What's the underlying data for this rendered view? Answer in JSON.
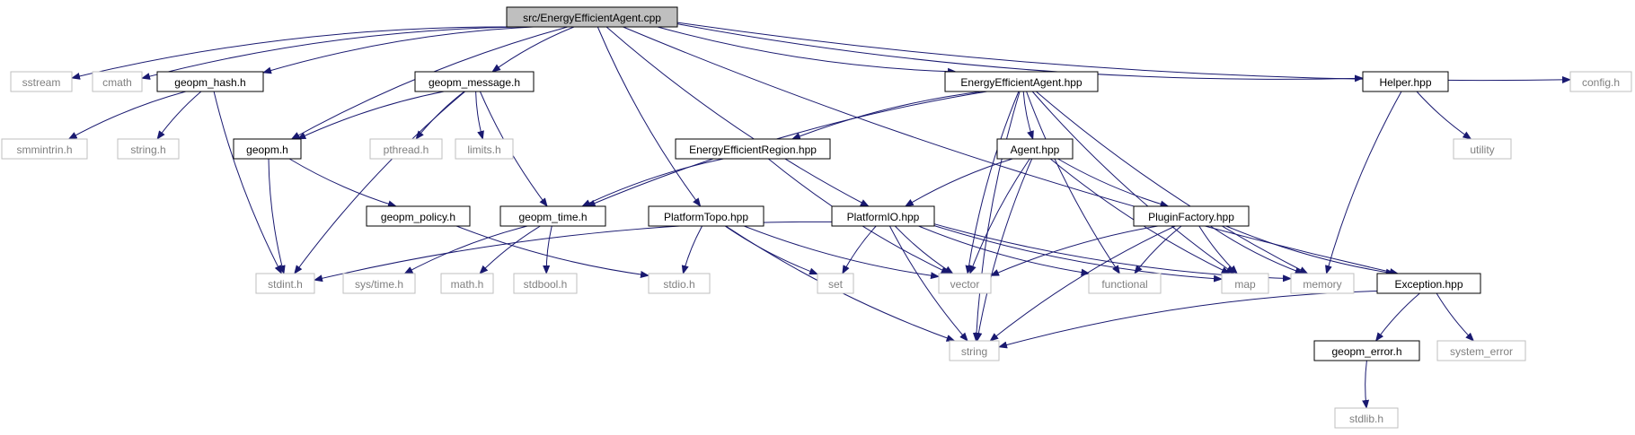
{
  "diagram": {
    "colors": {
      "edge": "#191970",
      "root_fill": "#bfbfbf",
      "project_stroke": "#000000",
      "system_stroke": "#bfbfbf",
      "project_text": "#000000",
      "system_text": "#7f7f7f"
    },
    "nodes": [
      {
        "id": "root",
        "label": "src/EnergyEfficientAgent.cpp",
        "kind": "root"
      },
      {
        "id": "sstream",
        "label": "sstream",
        "kind": "system"
      },
      {
        "id": "cmath",
        "label": "cmath",
        "kind": "system"
      },
      {
        "id": "geopm_hash",
        "label": "geopm_hash.h",
        "kind": "project"
      },
      {
        "id": "geopm_message",
        "label": "geopm_message.h",
        "kind": "project"
      },
      {
        "id": "eea_hpp",
        "label": "EnergyEfficientAgent.hpp",
        "kind": "project"
      },
      {
        "id": "helper",
        "label": "Helper.hpp",
        "kind": "project"
      },
      {
        "id": "config",
        "label": "config.h",
        "kind": "system"
      },
      {
        "id": "smmintrin",
        "label": "smmintrin.h",
        "kind": "system"
      },
      {
        "id": "string_h",
        "label": "string.h",
        "kind": "system"
      },
      {
        "id": "geopm_h",
        "label": "geopm.h",
        "kind": "project"
      },
      {
        "id": "pthread",
        "label": "pthread.h",
        "kind": "system"
      },
      {
        "id": "limits",
        "label": "limits.h",
        "kind": "system"
      },
      {
        "id": "eer",
        "label": "EnergyEfficientRegion.hpp",
        "kind": "project"
      },
      {
        "id": "agent",
        "label": "Agent.hpp",
        "kind": "project"
      },
      {
        "id": "utility",
        "label": "utility",
        "kind": "system"
      },
      {
        "id": "geopm_policy",
        "label": "geopm_policy.h",
        "kind": "project"
      },
      {
        "id": "geopm_time",
        "label": "geopm_time.h",
        "kind": "project"
      },
      {
        "id": "platformtopo",
        "label": "PlatformTopo.hpp",
        "kind": "project"
      },
      {
        "id": "platformio",
        "label": "PlatformIO.hpp",
        "kind": "project"
      },
      {
        "id": "pluginfactory",
        "label": "PluginFactory.hpp",
        "kind": "project"
      },
      {
        "id": "stdint",
        "label": "stdint.h",
        "kind": "system"
      },
      {
        "id": "systime",
        "label": "sys/time.h",
        "kind": "system"
      },
      {
        "id": "math_h",
        "label": "math.h",
        "kind": "system"
      },
      {
        "id": "stdbool",
        "label": "stdbool.h",
        "kind": "system"
      },
      {
        "id": "stdio",
        "label": "stdio.h",
        "kind": "system"
      },
      {
        "id": "set",
        "label": "set",
        "kind": "system"
      },
      {
        "id": "vector",
        "label": "vector",
        "kind": "system"
      },
      {
        "id": "functional",
        "label": "functional",
        "kind": "system"
      },
      {
        "id": "map",
        "label": "map",
        "kind": "system"
      },
      {
        "id": "memory",
        "label": "memory",
        "kind": "system"
      },
      {
        "id": "exception",
        "label": "Exception.hpp",
        "kind": "project"
      },
      {
        "id": "string",
        "label": "string",
        "kind": "system"
      },
      {
        "id": "geopm_error",
        "label": "geopm_error.h",
        "kind": "project"
      },
      {
        "id": "system_error",
        "label": "system_error",
        "kind": "system"
      },
      {
        "id": "stdlib",
        "label": "stdlib.h",
        "kind": "system"
      }
    ],
    "edges": [
      [
        "root",
        "sstream"
      ],
      [
        "root",
        "cmath"
      ],
      [
        "root",
        "geopm_hash"
      ],
      [
        "root",
        "geopm_h"
      ],
      [
        "root",
        "geopm_message"
      ],
      [
        "root",
        "platformtopo"
      ],
      [
        "root",
        "platformio"
      ],
      [
        "root",
        "eea_hpp"
      ],
      [
        "root",
        "helper"
      ],
      [
        "root",
        "config"
      ],
      [
        "root",
        "exception"
      ],
      [
        "geopm_hash",
        "smmintrin"
      ],
      [
        "geopm_hash",
        "string_h"
      ],
      [
        "geopm_hash",
        "stdint"
      ],
      [
        "geopm_message",
        "geopm_h"
      ],
      [
        "geopm_message",
        "stdint"
      ],
      [
        "geopm_message",
        "pthread"
      ],
      [
        "geopm_message",
        "limits"
      ],
      [
        "geopm_message",
        "geopm_time"
      ],
      [
        "eea_hpp",
        "geopm_time"
      ],
      [
        "eea_hpp",
        "eer"
      ],
      [
        "eea_hpp",
        "string"
      ],
      [
        "eea_hpp",
        "agent"
      ],
      [
        "eea_hpp",
        "vector"
      ],
      [
        "eea_hpp",
        "functional"
      ],
      [
        "eea_hpp",
        "map"
      ],
      [
        "eea_hpp",
        "memory"
      ],
      [
        "helper",
        "utility"
      ],
      [
        "helper",
        "memory"
      ],
      [
        "geopm_h",
        "stdint"
      ],
      [
        "geopm_h",
        "geopm_policy"
      ],
      [
        "eer",
        "geopm_time"
      ],
      [
        "eer",
        "vector"
      ],
      [
        "agent",
        "platformio"
      ],
      [
        "agent",
        "vector"
      ],
      [
        "agent",
        "string"
      ],
      [
        "agent",
        "pluginfactory"
      ],
      [
        "agent",
        "map"
      ],
      [
        "geopm_policy",
        "stdio"
      ],
      [
        "geopm_time",
        "systime"
      ],
      [
        "geopm_time",
        "math_h"
      ],
      [
        "geopm_time",
        "stdbool"
      ],
      [
        "platformtopo",
        "stdio"
      ],
      [
        "platformtopo",
        "set"
      ],
      [
        "platformtopo",
        "vector"
      ],
      [
        "platformtopo",
        "string"
      ],
      [
        "platformio",
        "stdint"
      ],
      [
        "platformio",
        "set"
      ],
      [
        "platformio",
        "vector"
      ],
      [
        "platformio",
        "string"
      ],
      [
        "platformio",
        "functional"
      ],
      [
        "platformio",
        "map"
      ],
      [
        "platformio",
        "memory"
      ],
      [
        "pluginfactory",
        "vector"
      ],
      [
        "pluginfactory",
        "functional"
      ],
      [
        "pluginfactory",
        "map"
      ],
      [
        "pluginfactory",
        "memory"
      ],
      [
        "pluginfactory",
        "string"
      ],
      [
        "pluginfactory",
        "exception"
      ],
      [
        "exception",
        "string"
      ],
      [
        "exception",
        "geopm_error"
      ],
      [
        "exception",
        "system_error"
      ],
      [
        "geopm_error",
        "stdlib"
      ]
    ]
  }
}
